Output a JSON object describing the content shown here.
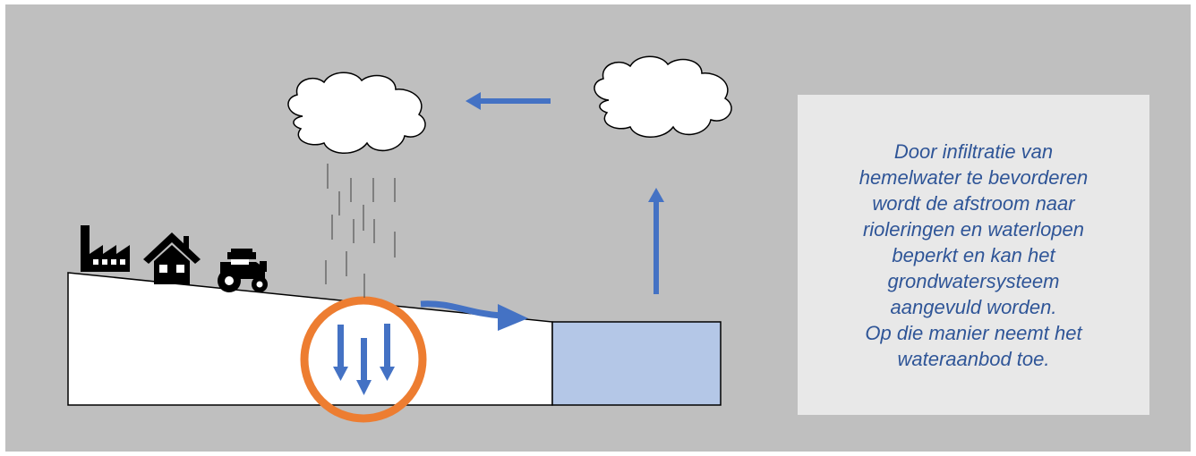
{
  "colors": {
    "background": "#bfbfbf",
    "text_box": "#e8e8e8",
    "text": "#2f5597",
    "arrow": "#4472c4",
    "water": "#b4c7e7",
    "highlight_ring": "#ed7d31",
    "ground": "#ffffff",
    "icons": "#000000"
  },
  "icons": [
    "factory-icon",
    "house-icon",
    "tractor-icon",
    "cloud-icon",
    "rain-icon"
  ],
  "info_text": {
    "lines": [
      "Door infiltratie van",
      "hemelwater te bevorderen",
      "wordt de afstroom naar",
      "rioleringen en waterlopen",
      "beperkt en kan het",
      "grondwatersysteem",
      "aangevuld worden.",
      "Op die manier neemt het",
      "wateraanbod toe."
    ]
  }
}
